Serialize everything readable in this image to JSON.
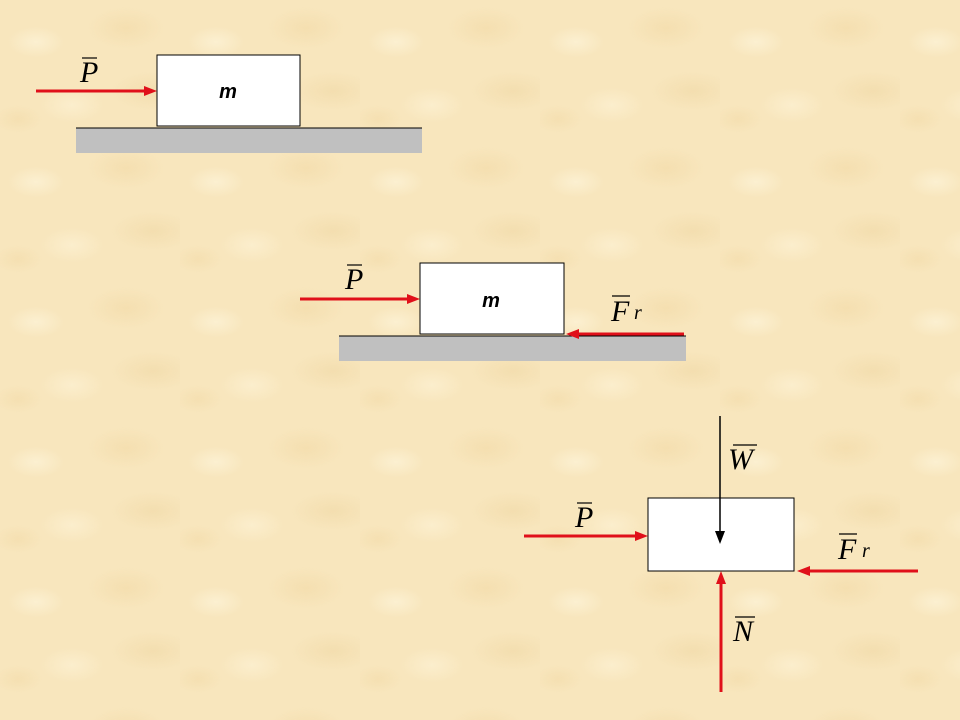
{
  "mass_label": "m",
  "forces": {
    "push": {
      "letter": "P",
      "subscript": ""
    },
    "friction": {
      "letter": "F",
      "subscript": "r"
    },
    "weight": {
      "letter": "W",
      "subscript": ""
    },
    "normal": {
      "letter": "N",
      "subscript": ""
    }
  },
  "colors": {
    "arrow": "#e0101a",
    "ground": "#c0c0c0",
    "background": "#f8e6bd"
  }
}
